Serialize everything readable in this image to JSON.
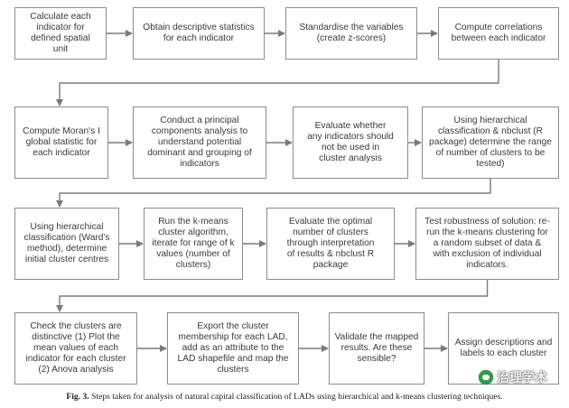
{
  "diagram": {
    "steps": [
      {
        "id": "s1",
        "text": "Calculate each\nindicator for\ndefined spatial\nunit"
      },
      {
        "id": "s2",
        "text": "Obtain descriptive statistics\nfor each indicator"
      },
      {
        "id": "s3",
        "text": "Standardise the variables\n(create z-scores)"
      },
      {
        "id": "s4",
        "text": "Compute correlations\nbetween each indicator"
      },
      {
        "id": "s5",
        "text": "Compute Moran's I\nglobal statistic for\neach indicator"
      },
      {
        "id": "s6",
        "text": "Conduct a principal\ncomponents analysis to\nunderstand potential\ndominant and grouping of\nindicators"
      },
      {
        "id": "s7",
        "text": "Evaluate whether\nany indicators should\nnot be used in\ncluster analysis"
      },
      {
        "id": "s8",
        "text": "Using hierarchical\nclassification & nbclust (R\npackage) determine the range\nof number of clusters to be\ntested)"
      },
      {
        "id": "s9",
        "text": "Using hierarchical\nclassification (Ward's\nmethod), determine\ninitial cluster centres"
      },
      {
        "id": "s10",
        "text": "Run the k-means\ncluster algorithm,\niterate for range of k\nvalues (number of\nclusters)"
      },
      {
        "id": "s11",
        "text": "Evaluate the optimal\nnumber of clusters\nthrough interpretation\nof results & nbclust R\npackage"
      },
      {
        "id": "s12",
        "text": "Test robustness of solution: re-\nrun the k-means clustering for\na random subset of data &\nwith exclusion of individual\nindicators."
      },
      {
        "id": "s13",
        "text": "Check the clusters are\ndistinctive (1) Plot the\nmean values of each\nindicator for each cluster\n(2) Anova analysis"
      },
      {
        "id": "s14",
        "text": "Export the cluster\nmembership for each LAD,\nadd as an attribute to the\nLAD shapefile and map the\nclusters"
      },
      {
        "id": "s15",
        "text": "Validate the mapped\nresults. Are these\nsensible?"
      },
      {
        "id": "s16",
        "text": "Assign descriptions and\nlabels to each cluster"
      }
    ],
    "edges": [
      [
        "s1",
        "s2"
      ],
      [
        "s2",
        "s3"
      ],
      [
        "s3",
        "s4"
      ],
      [
        "s4",
        "s5"
      ],
      [
        "s5",
        "s6"
      ],
      [
        "s6",
        "s7"
      ],
      [
        "s7",
        "s8"
      ],
      [
        "s8",
        "s9"
      ],
      [
        "s9",
        "s10"
      ],
      [
        "s10",
        "s11"
      ],
      [
        "s11",
        "s12"
      ],
      [
        "s12",
        "s13"
      ],
      [
        "s13",
        "s14"
      ],
      [
        "s14",
        "s15"
      ],
      [
        "s15",
        "s16"
      ]
    ],
    "colors": {
      "box_border": "#8c8c8c",
      "arrow": "#7a7a7a",
      "text": "#3a3a3a"
    }
  },
  "caption": {
    "label": "Fig. 3.",
    "text": "Steps taken for analysis of natural capital classification of LADs using hierarchical and k-means clustering techniques."
  },
  "watermark": {
    "text": "治理学术"
  }
}
